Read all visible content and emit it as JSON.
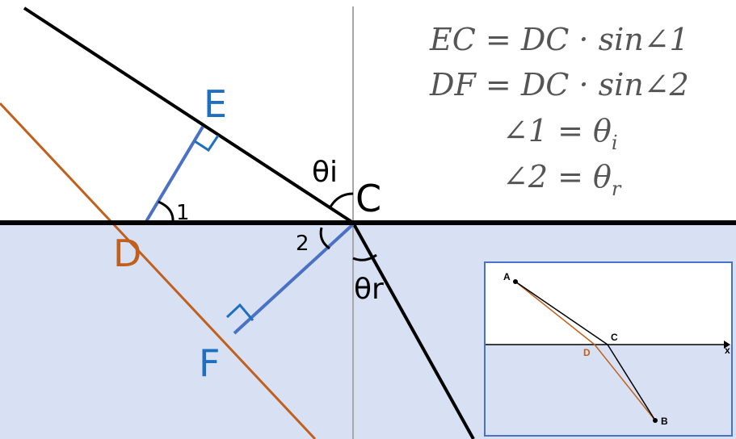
{
  "colors": {
    "medium_fill": "#d8e1f4",
    "interface": "#000000",
    "ray_black": "#000000",
    "ray_orange": "#c0601c",
    "perpendicular_blue": "#4a72c4",
    "label_blue": "#1f6fc0",
    "label_orange": "#c0601c",
    "normal_gray": "#a8a8a8",
    "equation_gray": "#555555",
    "inset_border": "#4a72c4"
  },
  "labels": {
    "E": "E",
    "D": "D",
    "F": "F",
    "C": "C",
    "theta_i": "θi",
    "theta_r": "θr",
    "angle_1": "1",
    "angle_2": "2"
  },
  "equations": {
    "eq1": "EC = DC · sin∠1",
    "eq2": "DF = DC · sin∠2",
    "eq3_main": "∠1 = θ",
    "eq3_sub": "i",
    "eq4_main": "∠2 = θ",
    "eq4_sub": "r"
  },
  "inset": {
    "A": "A",
    "B": "B",
    "C": "C",
    "D": "D",
    "x_axis": "x"
  }
}
